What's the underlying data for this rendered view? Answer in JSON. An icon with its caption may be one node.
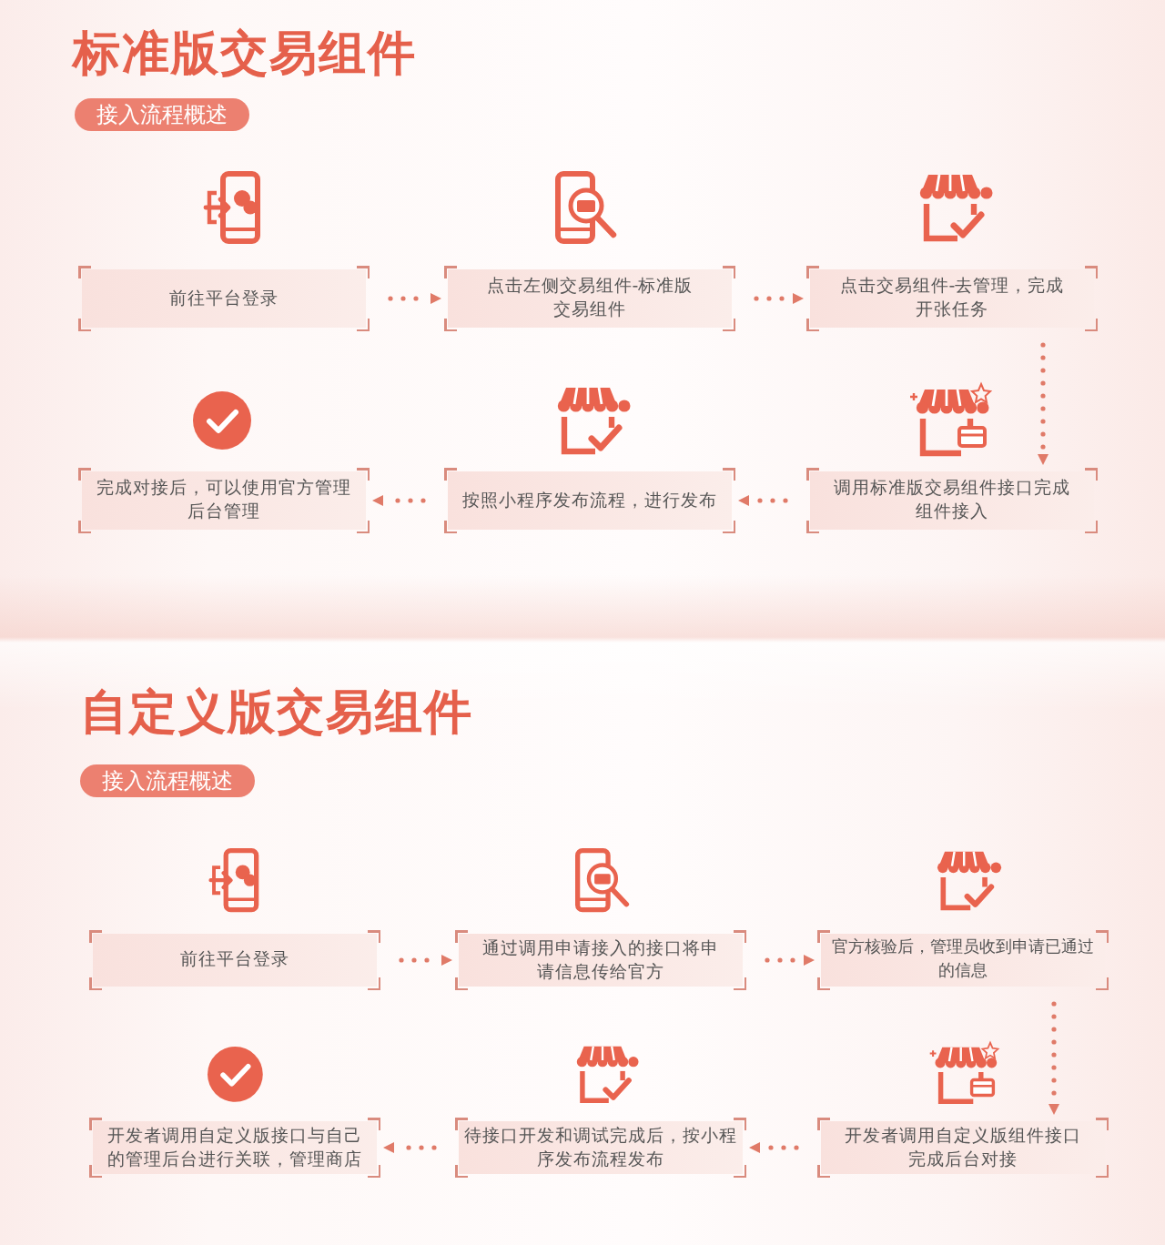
{
  "diagram": {
    "nodes": [
      {
        "text": [
          "接入流程概述"
        ]
      },
      {
        "text": [
          "前往平台登录"
        ]
      },
      {
        "text": [
          "点击左侧交易组件-标准版交易组件"
        ]
      },
      {
        "text": [
          "点击交易组件-去管理，完成开张任务"
        ]
      },
      {
        "text": [
          "完成对接后，可以使用官方管理后台管理"
        ]
      },
      {
        "text": [
          "按照小程序发布流程，进行发布"
        ]
      },
      {
        "text": [
          "调用标准版交易组件接口完成组件接入"
        ]
      },
      {
        "text": [
          "接入流程概述"
        ]
      },
      {
        "text": [
          "前往平台登录"
        ]
      },
      {
        "text": [
          "通过调用申请接入的接口将申请信息传给官方"
        ]
      },
      {
        "text": [
          "官方核验后，管理员收到申请已通过的信息"
        ]
      },
      {
        "text": [
          "开发者调用自定义版接口与自己的管理后台进行关联，管理商店"
        ]
      },
      {
        "text": [
          "待接口开发和调试完成后，按小程序发布流程发布"
        ]
      },
      {
        "text": [
          "开发者调用自定义版组件接口完成后台对接"
        ]
      }
    ],
    "edges": [
      {
        "from": 1,
        "to": 2,
        "arrow": "to"
      },
      {
        "from": 2,
        "to": 3,
        "arrow": "to"
      },
      {
        "from": 3,
        "to": 6,
        "arrow": "to"
      },
      {
        "from": 6,
        "to": 5,
        "arrow": "to"
      },
      {
        "from": 5,
        "to": 4,
        "arrow": "to"
      },
      {
        "from": 8,
        "to": 9,
        "arrow": "to"
      },
      {
        "from": 9,
        "to": 10,
        "arrow": "to"
      },
      {
        "from": 10,
        "to": 13,
        "arrow": "to"
      },
      {
        "from": 13,
        "to": 12,
        "arrow": "to"
      },
      {
        "from": 12,
        "to": 11,
        "arrow": "to"
      }
    ],
    "labels": [
      "标准版交易组件",
      "自定义版交易组件"
    ]
  }
}
